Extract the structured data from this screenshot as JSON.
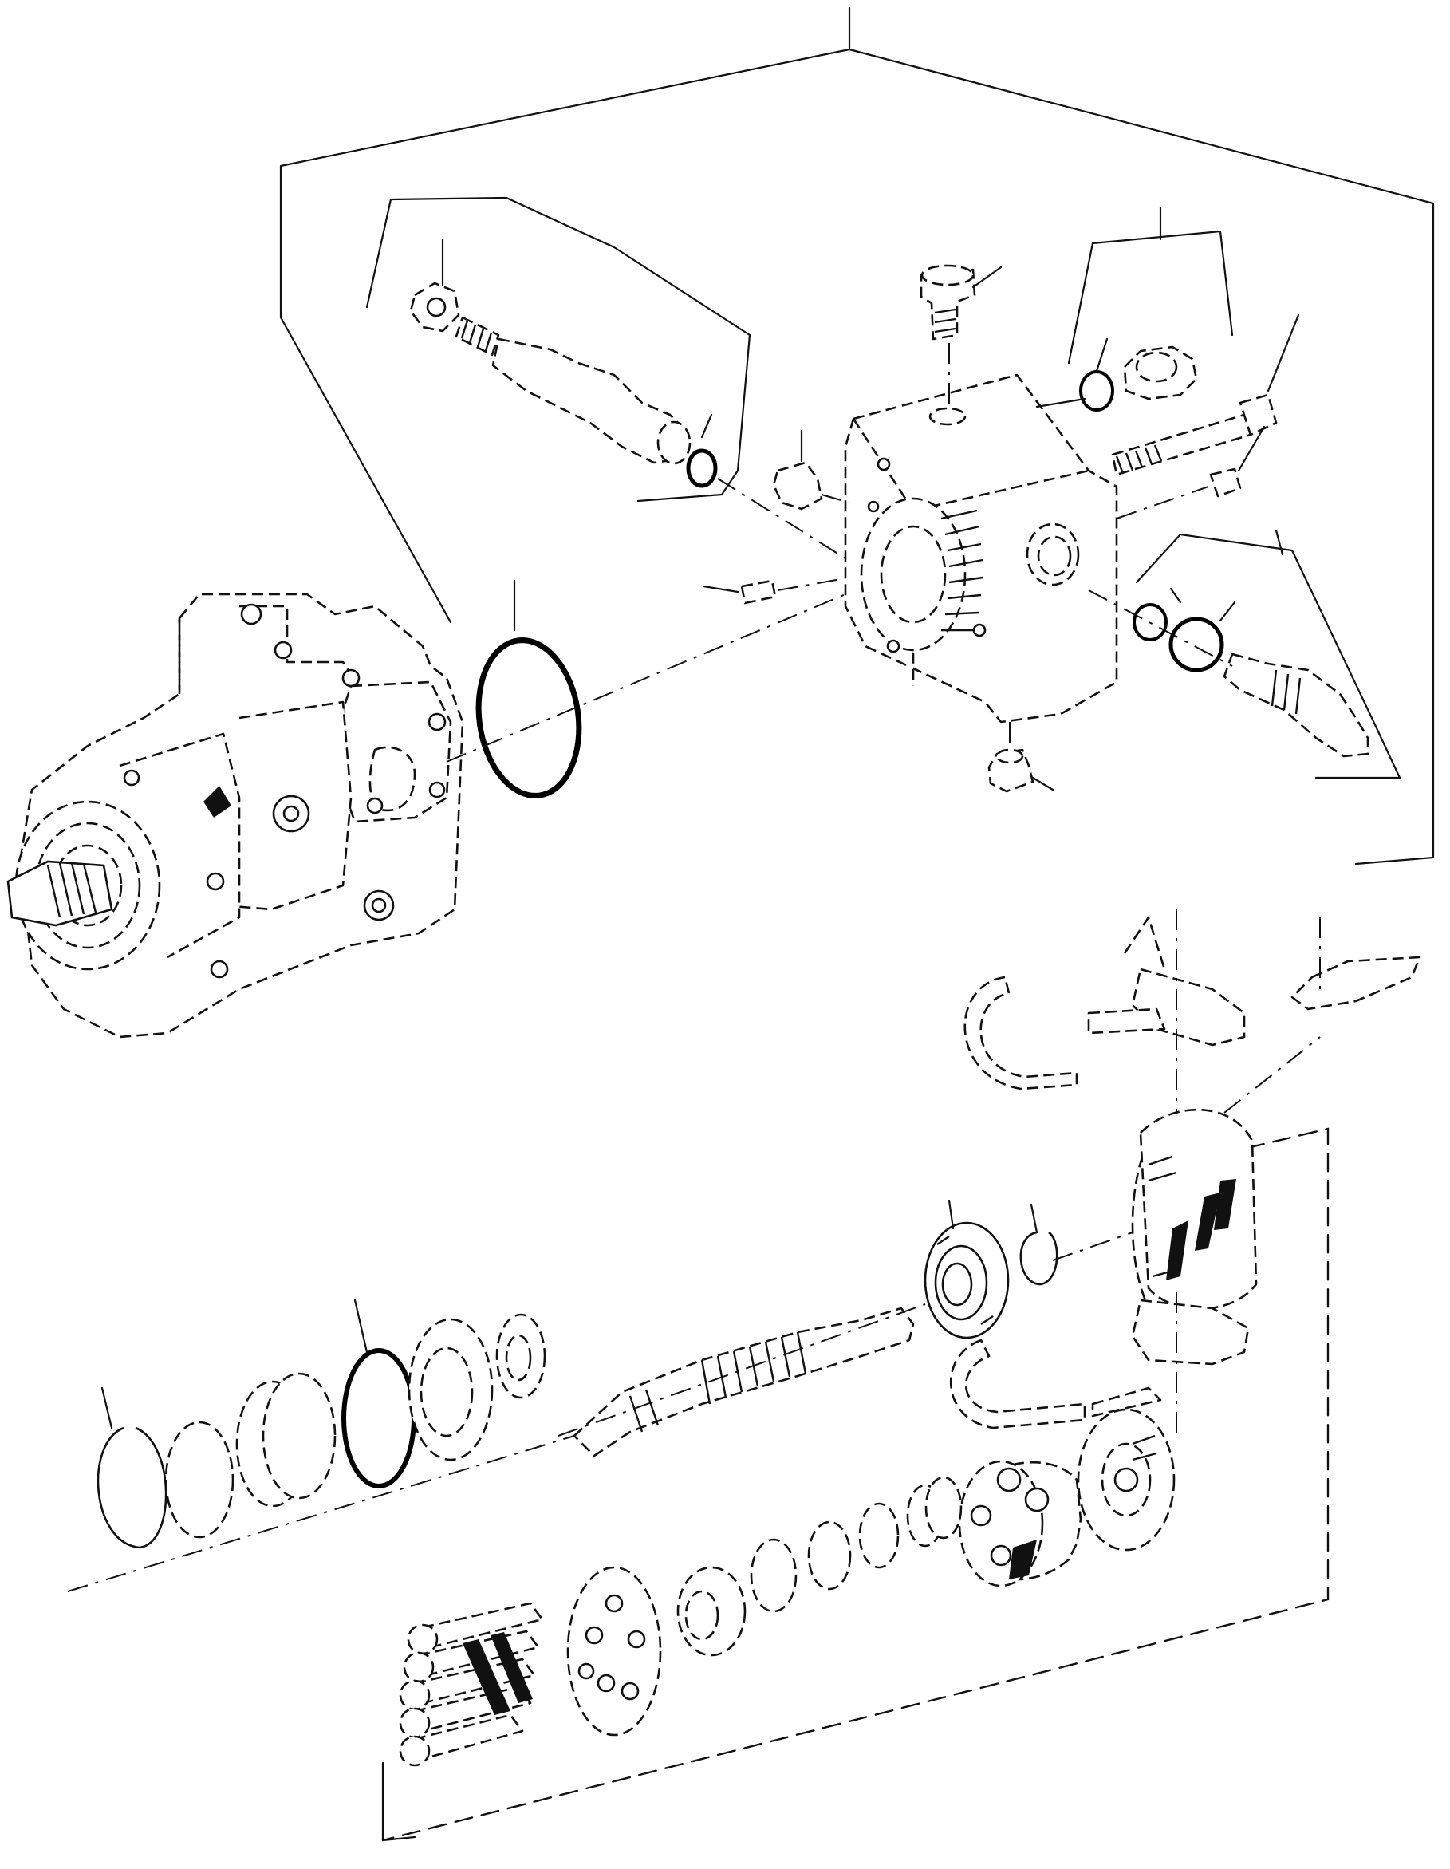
{
  "diagram": {
    "kind": "exploded-parts-view",
    "style": "black line art on white background",
    "assemblies": [
      {
        "id": "pump-unit",
        "icon": "hydraulic-pump-icon"
      },
      {
        "id": "end-cover",
        "icon": "valve-block-icon"
      },
      {
        "id": "rotating-group",
        "icon": "shaft-assembly-icon"
      }
    ],
    "callouts_text": []
  },
  "colors": {
    "ink": "#111111",
    "paper": "#ffffff"
  }
}
